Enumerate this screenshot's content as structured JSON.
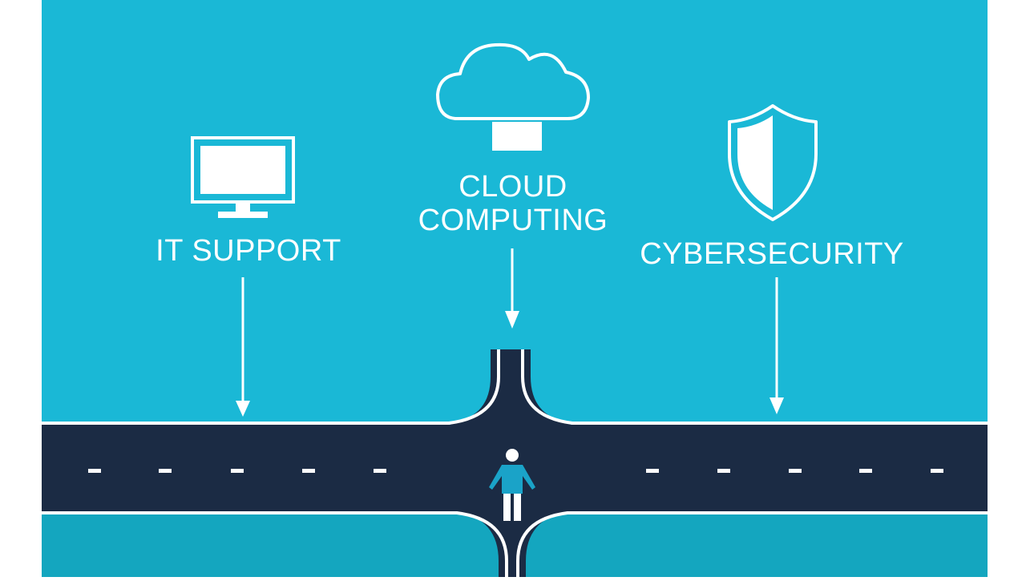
{
  "paths": {
    "it_support": {
      "label": "IT SUPPORT",
      "icon": "computer-monitor-icon"
    },
    "cloud_computing": {
      "label_line1": "CLOUD",
      "label_line2": "COMPUTING",
      "icon": "cloud-icon"
    },
    "cybersecurity": {
      "label": "CYBERSECURITY",
      "icon": "shield-icon"
    }
  },
  "colors": {
    "sky": "#1ab8d6",
    "sky_lower": "#14a6bf",
    "road": "#1b2b44",
    "line": "#ffffff",
    "person_shirt": "#1aa3c8",
    "page_margin": "#ffffff"
  }
}
